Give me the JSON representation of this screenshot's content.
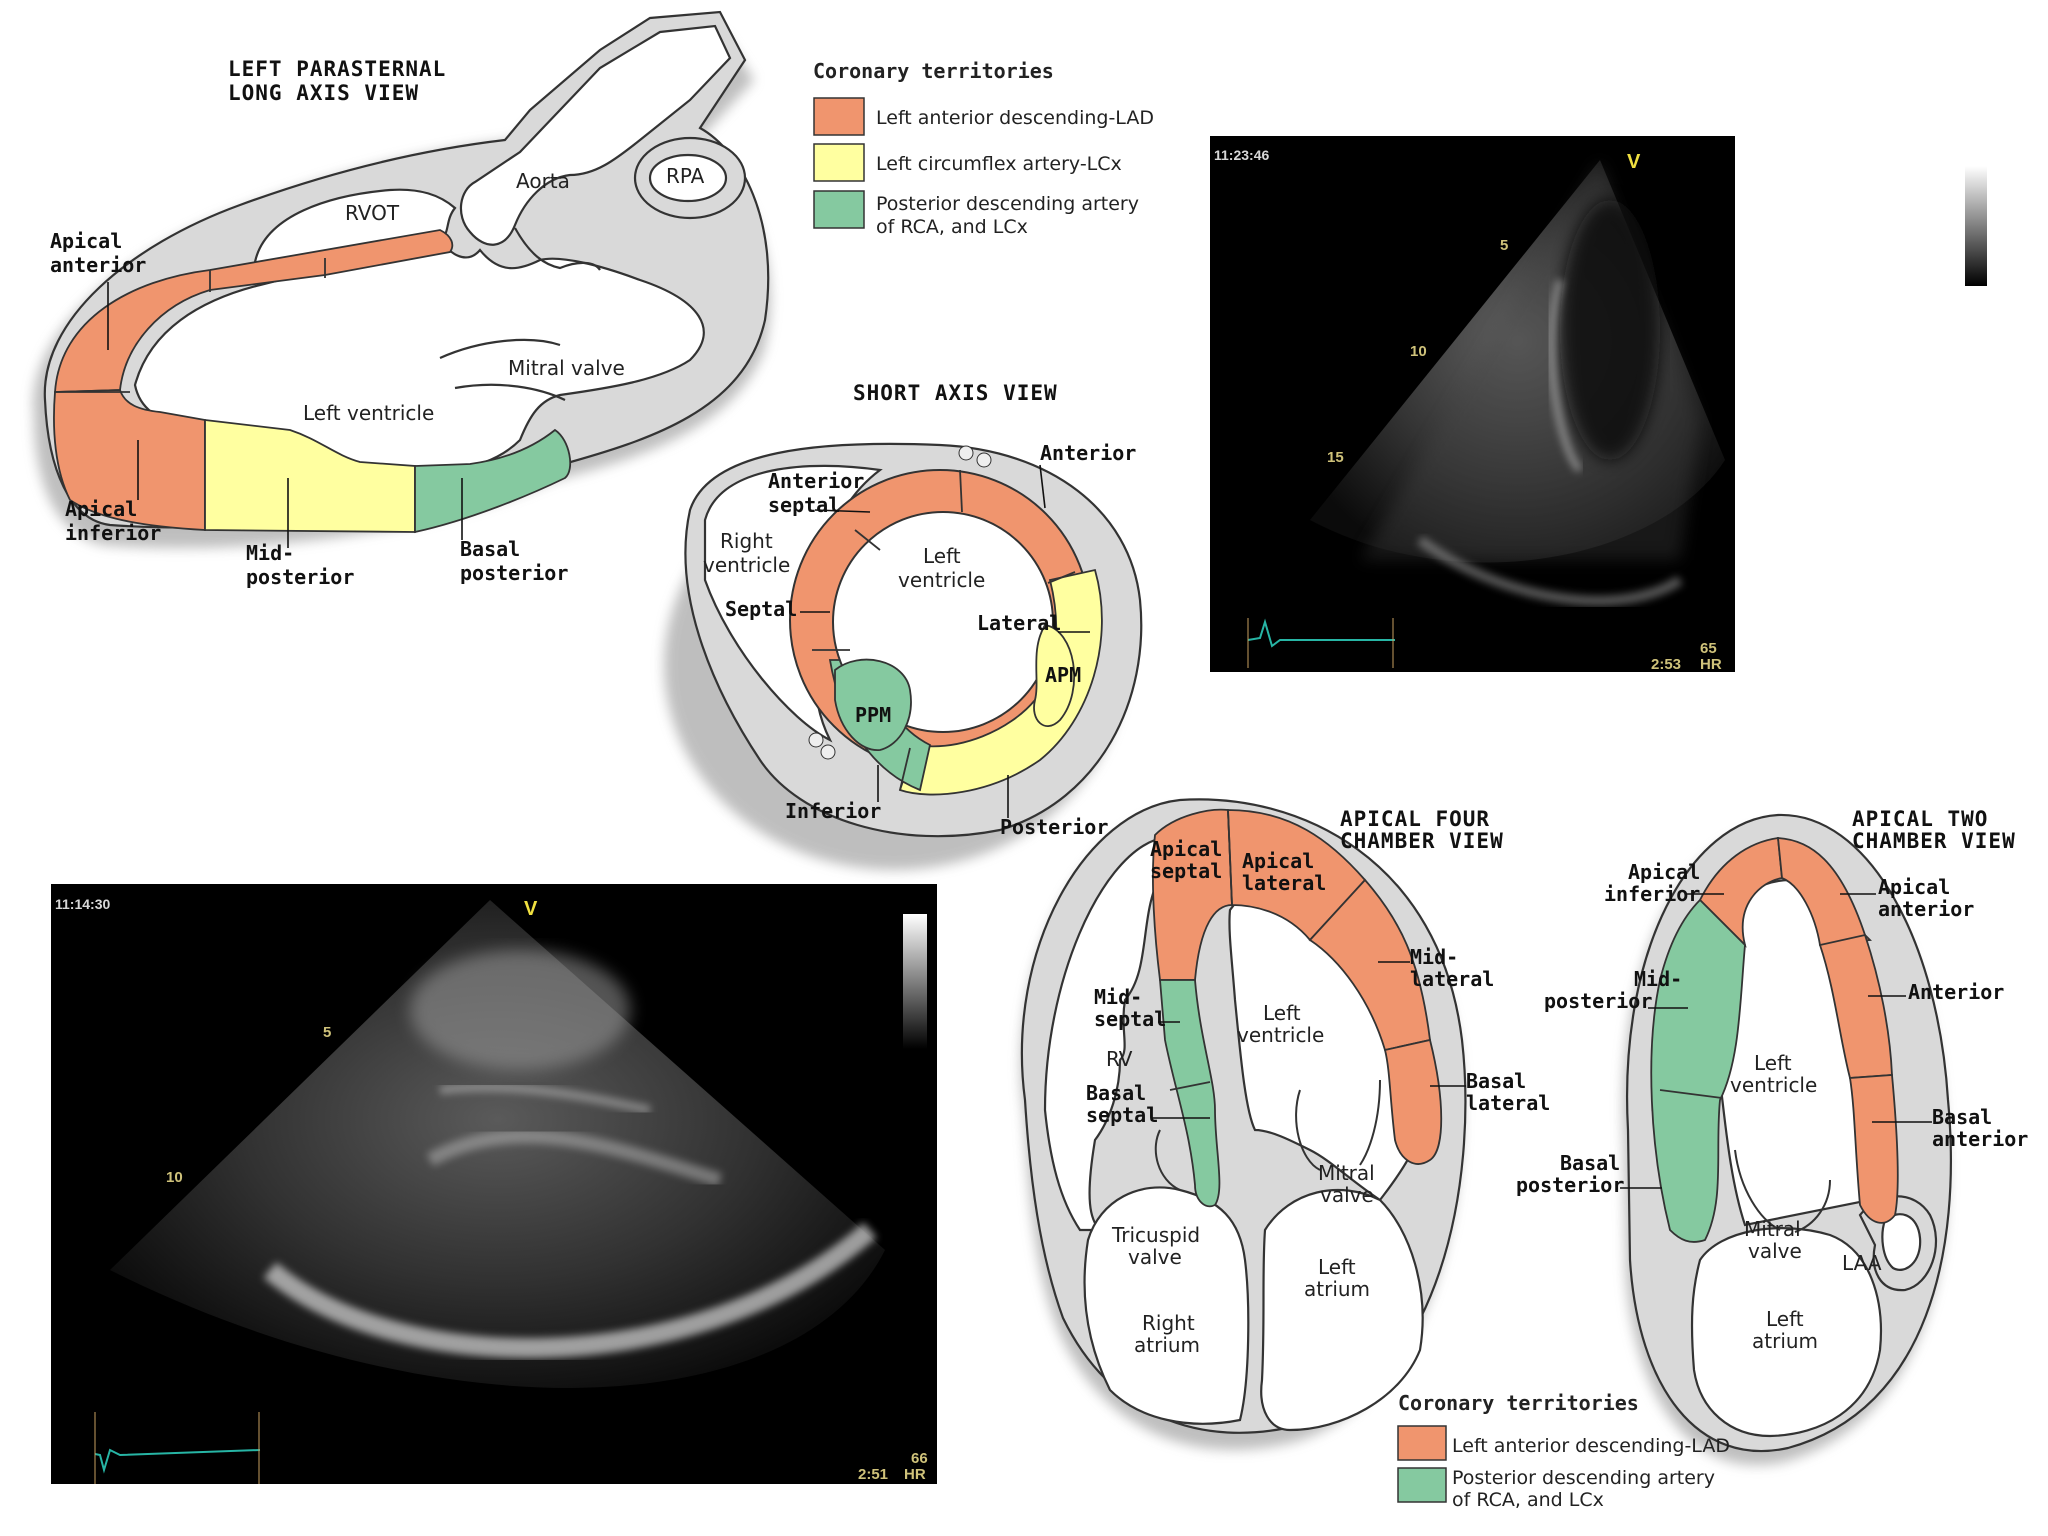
{
  "colors": {
    "lad": "#F0956E",
    "lcx": "#FFFFA0",
    "pda": "#85C9A0",
    "wall": "#D9D9D9"
  },
  "plax": {
    "title_line1": "LEFT PARASTERNAL",
    "title_line2": "LONG AXIS VIEW",
    "aorta": "Aorta",
    "rpa": "RPA",
    "rvot": "RVOT",
    "mitral_valve": "Mitral valve",
    "left_ventricle": "Left ventricle",
    "apical_anterior_1": "Apical",
    "apical_anterior_2": "anterior",
    "apical_inferior_1": "Apical",
    "apical_inferior_2": "inferior",
    "mid_posterior_1": "Mid-",
    "mid_posterior_2": "posterior",
    "basal_posterior_1": "Basal",
    "basal_posterior_2": "posterior"
  },
  "legend_top": {
    "title": "Coronary territories",
    "lad": "Left anterior descending-LAD",
    "lcx": "Left circumflex artery-LCx",
    "pda_1": "Posterior descending artery",
    "pda_2": "of RCA, and LCx"
  },
  "sax": {
    "title": "SHORT AXIS VIEW",
    "anterior": "Anterior",
    "anterior_septal_1": "Anterior",
    "anterior_septal_2": "septal",
    "right_ventricle_1": "Right",
    "right_ventricle_2": "ventricle",
    "left_ventricle_1": "Left",
    "left_ventricle_2": "ventricle",
    "septal": "Septal",
    "lateral": "Lateral",
    "apm": "APM",
    "ppm": "PPM",
    "inferior": "Inferior",
    "posterior": "Posterior"
  },
  "echo_a4c": {
    "time": "11:23:46",
    "v": "V",
    "depth_5": "5",
    "depth_10": "10",
    "depth_15": "15",
    "hr_value": "65",
    "clock": "2:53",
    "hr_label": "HR"
  },
  "echo_plax": {
    "time": "11:14:30",
    "v": "V",
    "depth_5": "5",
    "depth_10": "10",
    "hr_value": "66",
    "clock": "2:51",
    "hr_label": "HR"
  },
  "a4c": {
    "title_line1": "APICAL FOUR",
    "title_line2": "CHAMBER VIEW",
    "apical_septal_1": "Apical",
    "apical_septal_2": "septal",
    "apical_lateral_1": "Apical",
    "apical_lateral_2": "lateral",
    "mid_lateral_1": "Mid-",
    "mid_lateral_2": "lateral",
    "mid_septal_1": "Mid-",
    "mid_septal_2": "septal",
    "rv": "RV",
    "left_ventricle_1": "Left",
    "left_ventricle_2": "ventricle",
    "basal_septal_1": "Basal",
    "basal_septal_2": "septal",
    "basal_lateral_1": "Basal",
    "basal_lateral_2": "lateral",
    "mitral_valve_1": "Mitral",
    "mitral_valve_2": "valve",
    "tricuspid_valve_1": "Tricuspid",
    "tricuspid_valve_2": "valve",
    "left_atrium_1": "Left",
    "left_atrium_2": "atrium",
    "right_atrium_1": "Right",
    "right_atrium_2": "atrium"
  },
  "a2c": {
    "title_line1": "APICAL TWO",
    "title_line2": "CHAMBER VIEW",
    "apical_inferior_1": "Apical",
    "apical_inferior_2": "inferior",
    "apical_anterior_1": "Apical",
    "apical_anterior_2": "anterior",
    "mid_posterior_1": "Mid-",
    "mid_posterior_2": "posterior",
    "anterior": "Anterior",
    "left_ventricle_1": "Left",
    "left_ventricle_2": "ventricle",
    "basal_anterior_1": "Basal",
    "basal_anterior_2": "anterior",
    "basal_posterior_1": "Basal",
    "basal_posterior_2": "posterior",
    "mitral_valve_1": "Mitral",
    "mitral_valve_2": "valve",
    "laa": "LAA",
    "left_atrium_1": "Left",
    "left_atrium_2": "atrium"
  },
  "legend_bottom": {
    "title": "Coronary territories",
    "lad": "Left anterior descending-LAD",
    "pda_1": "Posterior descending artery",
    "pda_2": "of RCA, and LCx"
  }
}
